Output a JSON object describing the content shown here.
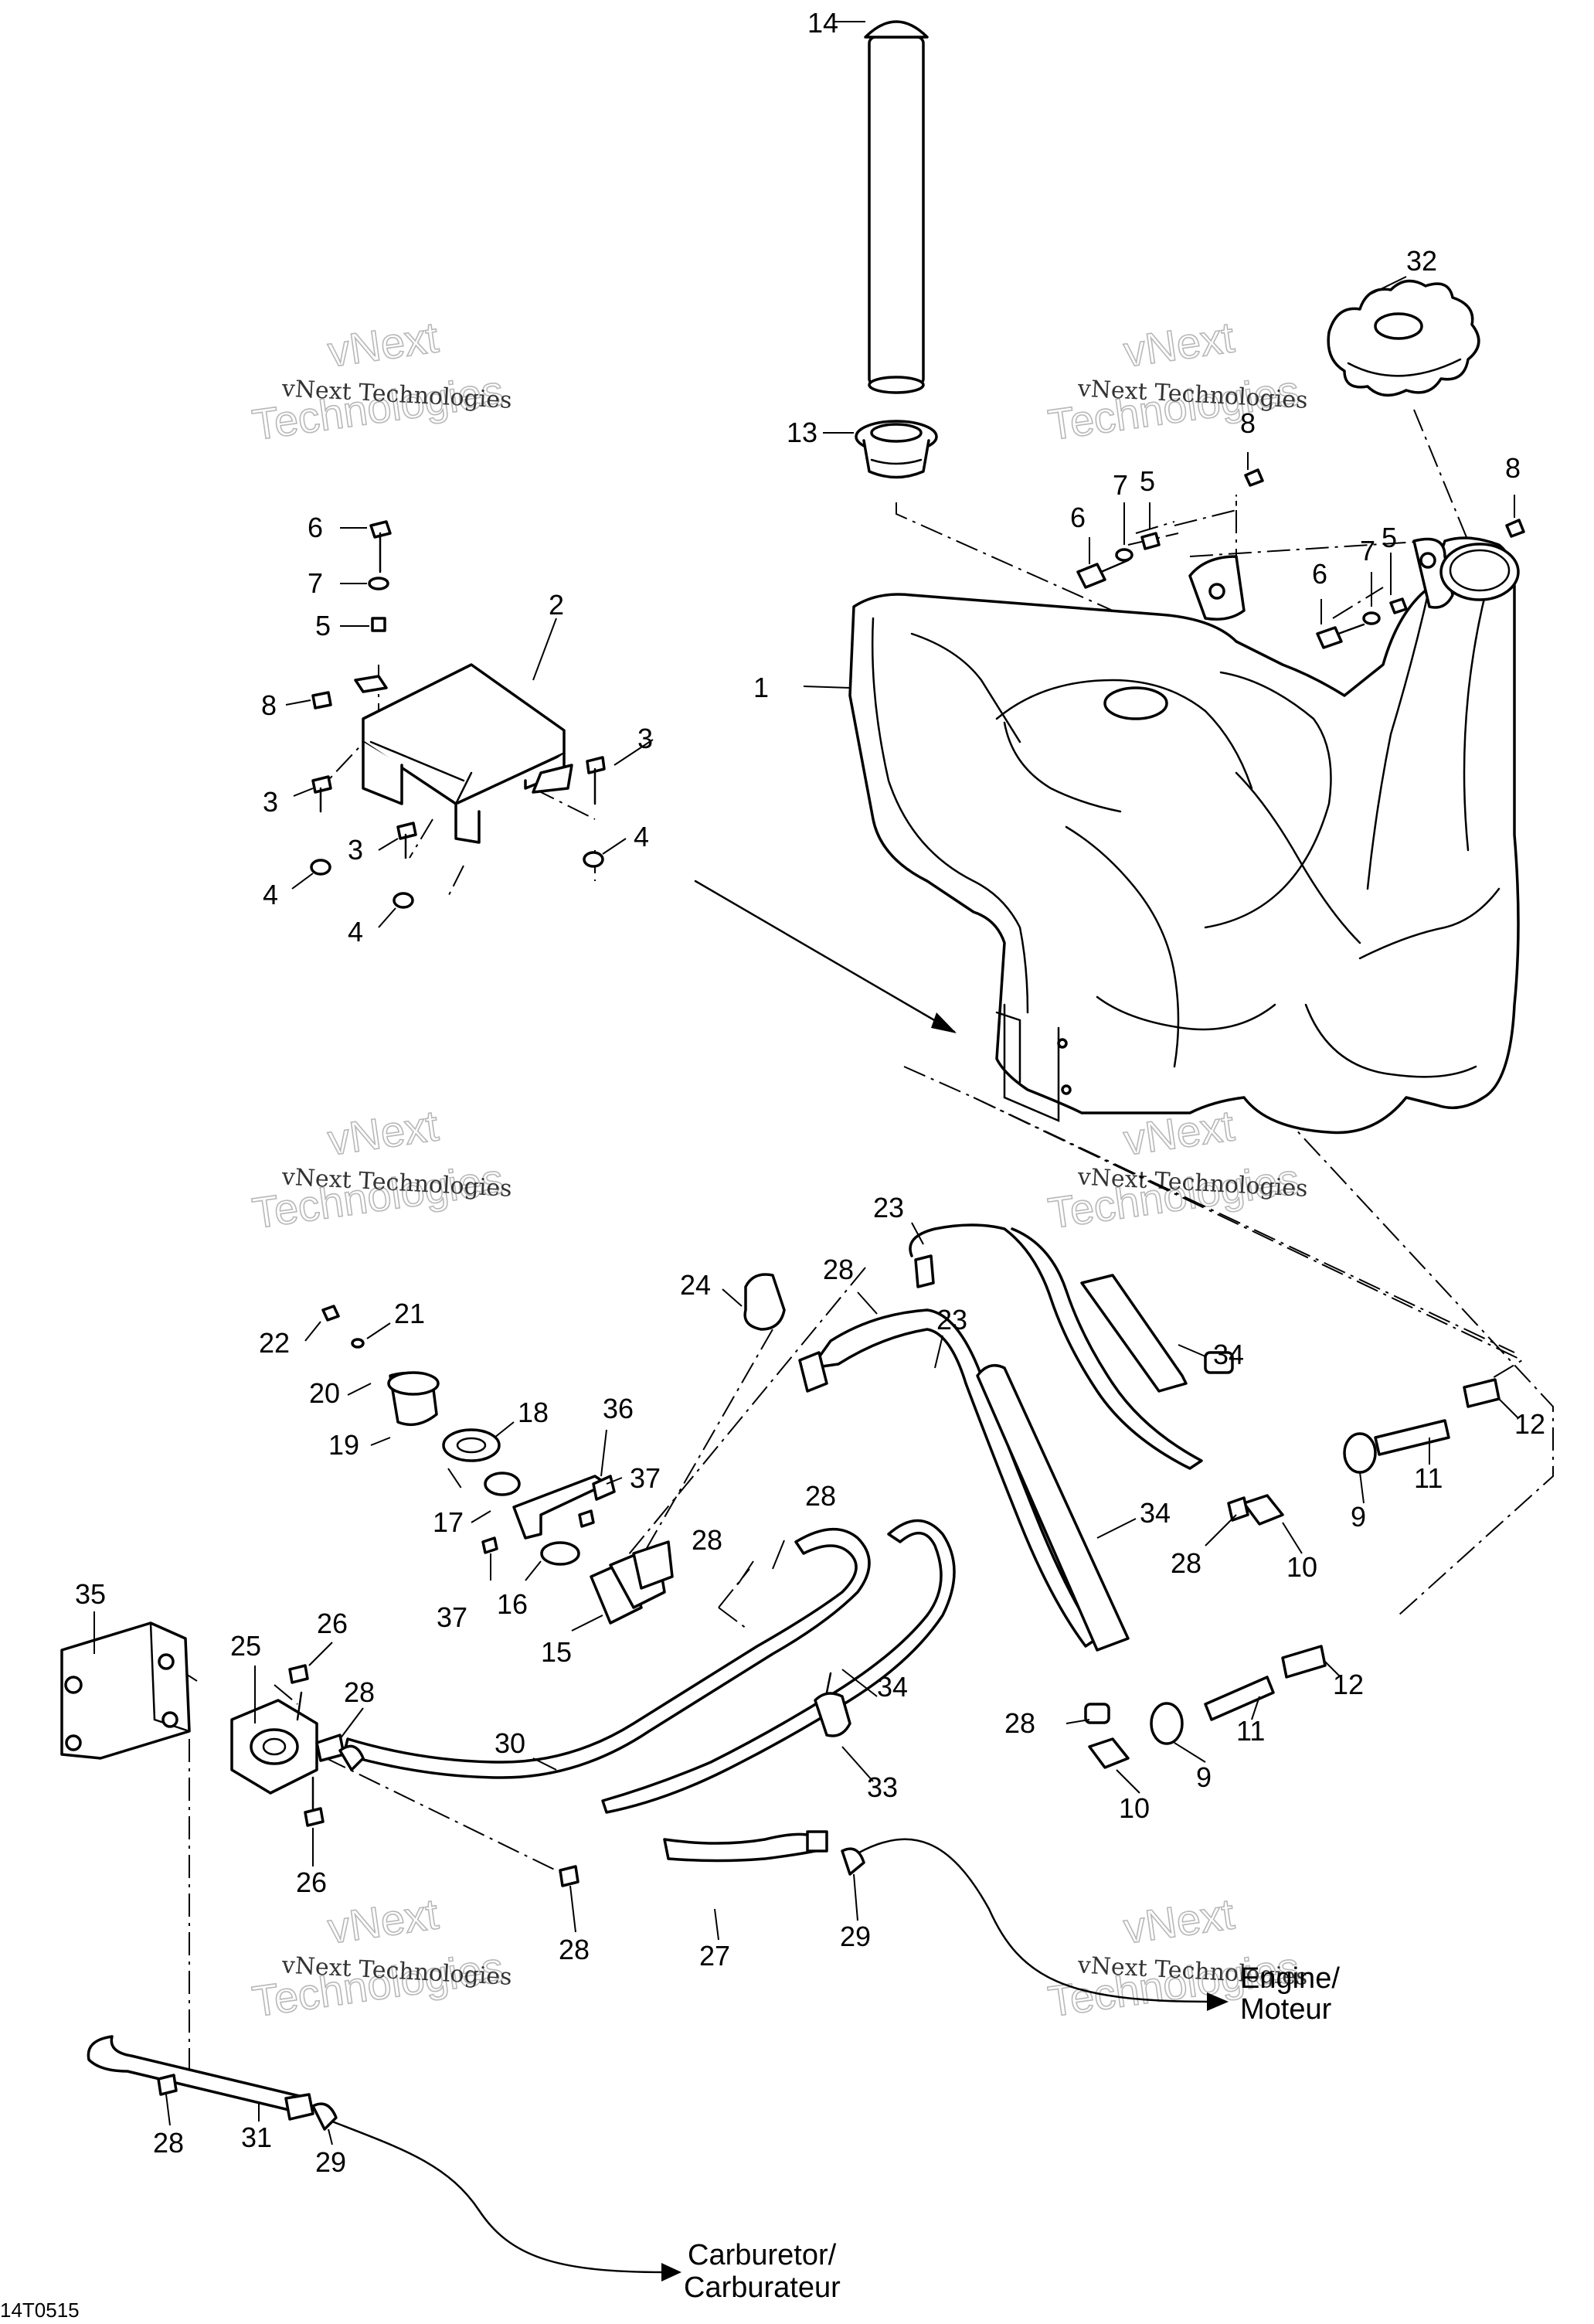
{
  "diagram": {
    "drawing_code": "14T0515",
    "watermark": {
      "line1": "vNext Technologies",
      "line2": "Technologies",
      "overlay": "vNext"
    },
    "destinations": {
      "engine": [
        "Engine/",
        "Moteur"
      ],
      "carburetor": [
        "Carburetor/",
        "Carburateur"
      ]
    },
    "callouts": [
      {
        "id": "c14",
        "label": "14"
      },
      {
        "id": "c32",
        "label": "32"
      },
      {
        "id": "c13",
        "label": "13"
      },
      {
        "id": "c8a",
        "label": "8"
      },
      {
        "id": "c7a",
        "label": "7"
      },
      {
        "id": "c5a",
        "label": "5"
      },
      {
        "id": "c6a",
        "label": "6"
      },
      {
        "id": "c8b",
        "label": "8"
      },
      {
        "id": "c7b",
        "label": "7"
      },
      {
        "id": "c5b",
        "label": "5"
      },
      {
        "id": "c6b",
        "label": "6"
      },
      {
        "id": "c6c",
        "label": "6"
      },
      {
        "id": "c7c",
        "label": "7"
      },
      {
        "id": "c5c",
        "label": "5"
      },
      {
        "id": "c2",
        "label": "2"
      },
      {
        "id": "c8c",
        "label": "8"
      },
      {
        "id": "c3a",
        "label": "3"
      },
      {
        "id": "c3b",
        "label": "3"
      },
      {
        "id": "c3c",
        "label": "3"
      },
      {
        "id": "c4a",
        "label": "4"
      },
      {
        "id": "c4b",
        "label": "4"
      },
      {
        "id": "c4c",
        "label": "4"
      },
      {
        "id": "c1",
        "label": "1"
      },
      {
        "id": "c23a",
        "label": "23"
      },
      {
        "id": "c24",
        "label": "24"
      },
      {
        "id": "c28a",
        "label": "28"
      },
      {
        "id": "c34a",
        "label": "34"
      },
      {
        "id": "c23b",
        "label": "23"
      },
      {
        "id": "c22",
        "label": "22"
      },
      {
        "id": "c21",
        "label": "21"
      },
      {
        "id": "c20",
        "label": "20"
      },
      {
        "id": "c19",
        "label": "19"
      },
      {
        "id": "c18",
        "label": "18"
      },
      {
        "id": "c36",
        "label": "36"
      },
      {
        "id": "c37a",
        "label": "37"
      },
      {
        "id": "c17",
        "label": "17"
      },
      {
        "id": "c28b",
        "label": "28"
      },
      {
        "id": "c34b",
        "label": "34"
      },
      {
        "id": "c12a",
        "label": "12"
      },
      {
        "id": "c11a",
        "label": "11"
      },
      {
        "id": "c9a",
        "label": "9"
      },
      {
        "id": "c28c",
        "label": "28"
      },
      {
        "id": "c10a",
        "label": "10"
      },
      {
        "id": "c28d",
        "label": "28"
      },
      {
        "id": "c37b",
        "label": "37"
      },
      {
        "id": "c16",
        "label": "16"
      },
      {
        "id": "c15",
        "label": "15"
      },
      {
        "id": "c35",
        "label": "35"
      },
      {
        "id": "c25",
        "label": "25"
      },
      {
        "id": "c26a",
        "label": "26"
      },
      {
        "id": "c28e",
        "label": "28"
      },
      {
        "id": "c30",
        "label": "30"
      },
      {
        "id": "c34c",
        "label": "34"
      },
      {
        "id": "c12b",
        "label": "12"
      },
      {
        "id": "c11b",
        "label": "11"
      },
      {
        "id": "c28f",
        "label": "28"
      },
      {
        "id": "c9b",
        "label": "9"
      },
      {
        "id": "c33",
        "label": "33"
      },
      {
        "id": "c10b",
        "label": "10"
      },
      {
        "id": "c26b",
        "label": "26"
      },
      {
        "id": "c28g",
        "label": "28"
      },
      {
        "id": "c27",
        "label": "27"
      },
      {
        "id": "c29a",
        "label": "29"
      },
      {
        "id": "c28h",
        "label": "28"
      },
      {
        "id": "c31",
        "label": "31"
      },
      {
        "id": "c29b",
        "label": "29"
      }
    ]
  }
}
